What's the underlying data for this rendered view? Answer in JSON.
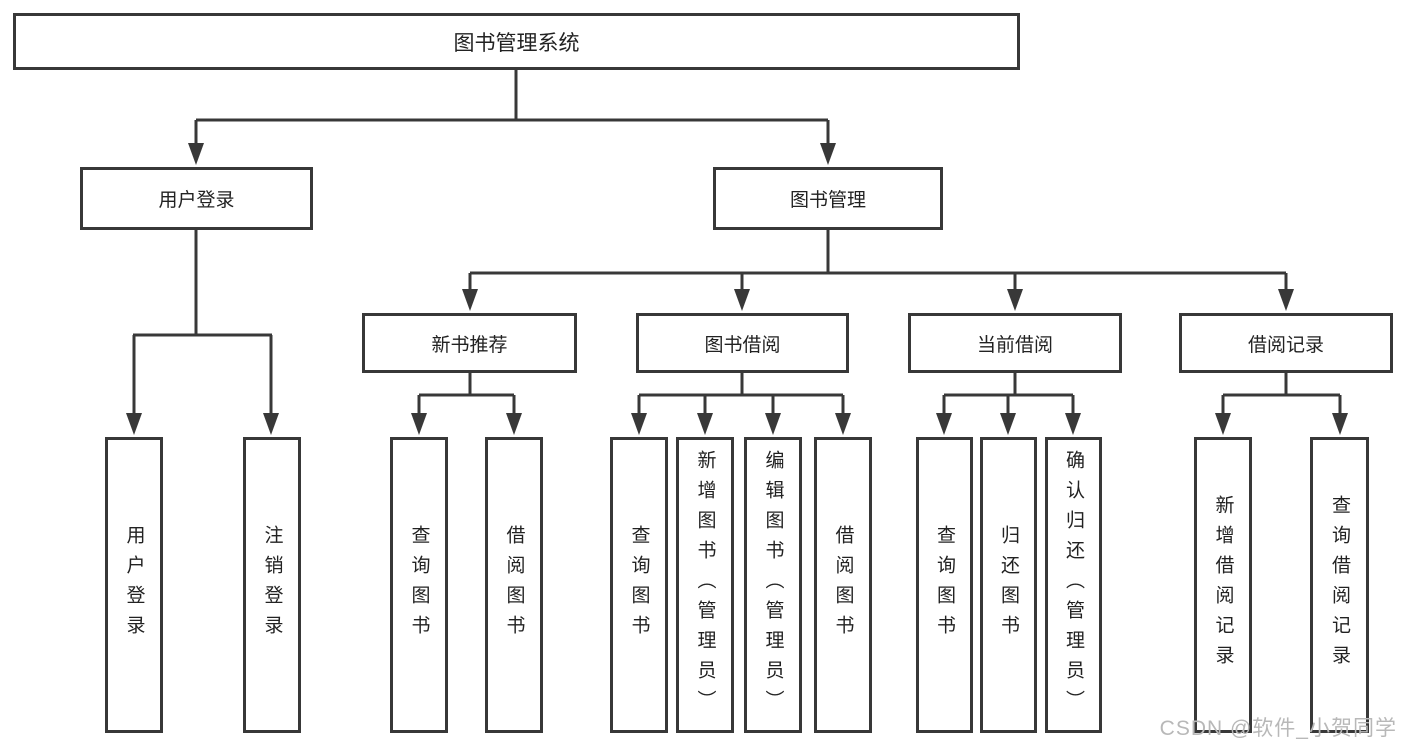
{
  "diagram": {
    "root": "图书管理系统",
    "branches": [
      {
        "label": "用户登录",
        "children": [
          "用户登录",
          "注销登录"
        ]
      },
      {
        "label": "图书管理",
        "groups": [
          {
            "label": "新书推荐",
            "children": [
              "查询图书",
              "借阅图书"
            ]
          },
          {
            "label": "图书借阅",
            "children": [
              "查询图书",
              "新增图书（管理员）",
              "编辑图书（管理员）",
              "借阅图书"
            ]
          },
          {
            "label": "当前借阅",
            "children": [
              "查询图书",
              "归还图书",
              "确认归还（管理员）"
            ]
          },
          {
            "label": "借阅记录",
            "children": [
              "新增借阅记录",
              "查询借阅记录"
            ]
          }
        ]
      }
    ]
  },
  "watermark": "CSDN @软件_小贺同学",
  "colors": {
    "line": "#383838",
    "text": "#222222",
    "watermark": "#b8b8b8",
    "background": "#ffffff"
  }
}
